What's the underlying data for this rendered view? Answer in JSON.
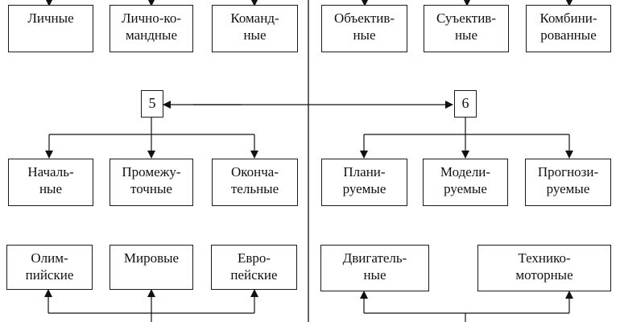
{
  "diagram": {
    "top_row_left": [
      {
        "lines": [
          "Личные"
        ]
      },
      {
        "lines": [
          "Лично-ко-",
          "мандные"
        ]
      },
      {
        "lines": [
          "Команд-",
          "ные"
        ]
      }
    ],
    "top_row_right": [
      {
        "lines": [
          "Объектив-",
          "ные"
        ]
      },
      {
        "lines": [
          "Суъектив-",
          "ные"
        ]
      },
      {
        "lines": [
          "Комбини-",
          "рованные"
        ]
      }
    ],
    "node_5": "5",
    "node_6": "6",
    "middle_row_left": [
      {
        "lines": [
          "Началь-",
          "ные"
        ]
      },
      {
        "lines": [
          "Промежу-",
          "точные"
        ]
      },
      {
        "lines": [
          "Оконча-",
          "тельные"
        ]
      }
    ],
    "middle_row_right": [
      {
        "lines": [
          "Плани-",
          "руемые"
        ]
      },
      {
        "lines": [
          "Модели-",
          "руемые"
        ]
      },
      {
        "lines": [
          "Прогнози-",
          "руемые"
        ]
      }
    ],
    "bottom_row_left": [
      {
        "lines": [
          "Олим-",
          "пийские"
        ]
      },
      {
        "lines": [
          "Мировые"
        ]
      },
      {
        "lines": [
          "Евро-",
          "пейские"
        ]
      }
    ],
    "bottom_row_right": [
      {
        "lines": [
          "Двигатель-",
          "ные"
        ]
      },
      {
        "lines": [
          "Технико-",
          "моторные"
        ]
      }
    ]
  }
}
